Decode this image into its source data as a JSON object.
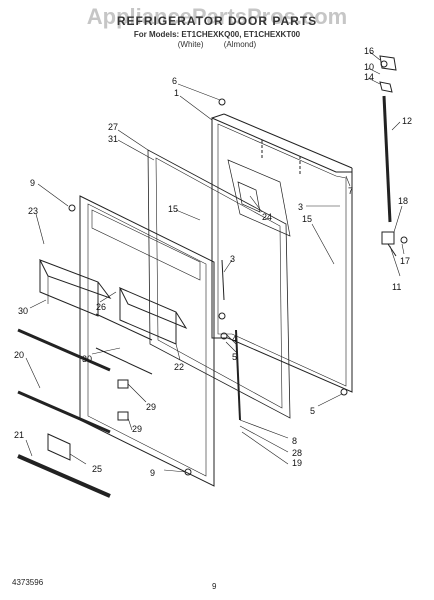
{
  "header": {
    "watermark": "AppliancePartsPros.com",
    "title": "REFRIGERATOR DOOR PARTS",
    "models": "For Models: ET1CHEXKQ00, ET1CHEXKT00",
    "colors": "(White) (Almond)"
  },
  "callouts": [
    "16",
    "10",
    "14",
    "6",
    "1",
    "12",
    "27",
    "31",
    "7",
    "9",
    "3",
    "15",
    "24",
    "18",
    "23",
    "15",
    "3",
    "17",
    "11",
    "26",
    "30",
    "30",
    "22",
    "4",
    "5",
    "20",
    "29",
    "5",
    "8",
    "28",
    "19",
    "21",
    "29",
    "25",
    "9"
  ],
  "footer": {
    "part_number": "4373596",
    "page": "9"
  }
}
